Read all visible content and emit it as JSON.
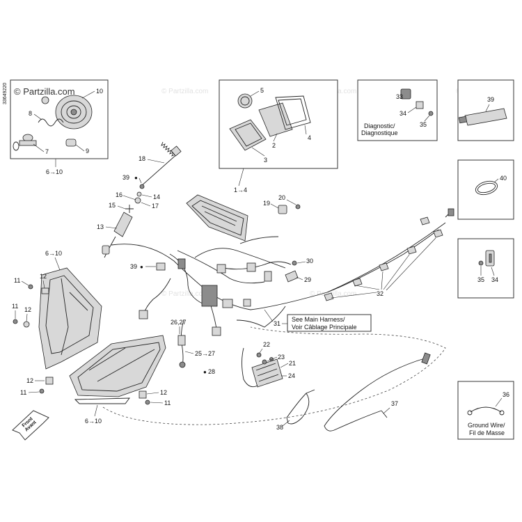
{
  "watermark": {
    "main": "© Partzilla.com",
    "repeat": "© Partzilla.com"
  },
  "side_code": "33649220",
  "callouts": {
    "n1to4": "1→4",
    "n2": "2",
    "n3": "3",
    "n4": "4",
    "n5": "5",
    "n6to10_top": "6→10",
    "n6to10_left": "6→10",
    "n6to10_bottom": "6→10",
    "n7": "7",
    "n8": "8",
    "n9": "9",
    "n10": "10",
    "n11a": "11",
    "n11b": "11",
    "n11c": "11",
    "n11d": "11",
    "n12a": "12",
    "n12b": "12",
    "n12c": "12",
    "n12d": "12",
    "n13": "13",
    "n14": "14",
    "n15": "15",
    "n16": "16",
    "n17": "17",
    "n18": "18",
    "n19": "19",
    "n20": "20",
    "n21": "21",
    "n22": "22",
    "n23": "23",
    "n24": "24",
    "n25to27": "25→27",
    "n26_27": "26,27",
    "n28": "28",
    "n29": "29",
    "n30": "30",
    "n31": "31",
    "n32": "32",
    "n33": "33",
    "n34a": "34",
    "n34b": "34",
    "n35a": "35",
    "n35b": "35",
    "n36": "36",
    "n37": "37",
    "n38": "38",
    "n39a": "39",
    "n39b": "39",
    "n39c": "39",
    "n40": "40"
  },
  "labels": {
    "see_main_harness_en": "See Main Harness/",
    "see_main_harness_fr": "Voir Câblage Principale",
    "diagnostic_en": "Diagnostic/",
    "diagnostic_fr": "Diagnostique",
    "ground_wire_en": "Ground Wire/",
    "ground_wire_fr": "Fil de Masse",
    "front_en": "Front",
    "front_fr": "Avant"
  }
}
